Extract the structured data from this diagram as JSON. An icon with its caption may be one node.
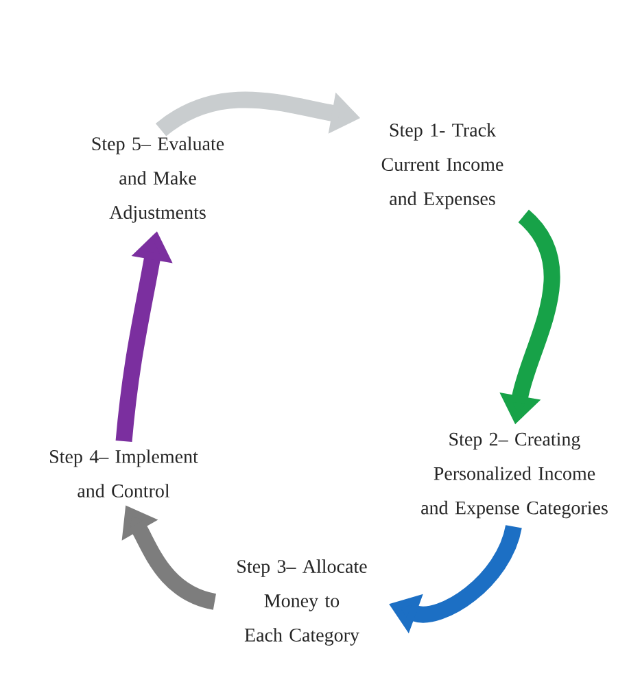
{
  "diagram": {
    "nodes": [
      {
        "text": [
          "Step 1- Track Current Income and Expenses"
        ]
      },
      {
        "text": [
          "Step 2– Creating Personalized Income and Expense Categories"
        ]
      },
      {
        "text": [
          "Step 3– Allocate Money to Each Category"
        ]
      },
      {
        "text": [
          "Step 4– Implement and Control"
        ]
      },
      {
        "text": [
          "Step 5– Evaluate and Make Adjustments"
        ]
      }
    ],
    "edges": [
      {
        "from": 4,
        "to": 0,
        "arrow": "to",
        "color": "#c9cdcf"
      },
      {
        "from": 0,
        "to": 1,
        "arrow": "to",
        "color": "#17a248"
      },
      {
        "from": 1,
        "to": 2,
        "arrow": "to",
        "color": "#1c6fc4"
      },
      {
        "from": 2,
        "to": 3,
        "arrow": "to",
        "color": "#7d7d7d"
      },
      {
        "from": 3,
        "to": 4,
        "arrow": "to",
        "color": "#7b2f9f"
      }
    ]
  }
}
